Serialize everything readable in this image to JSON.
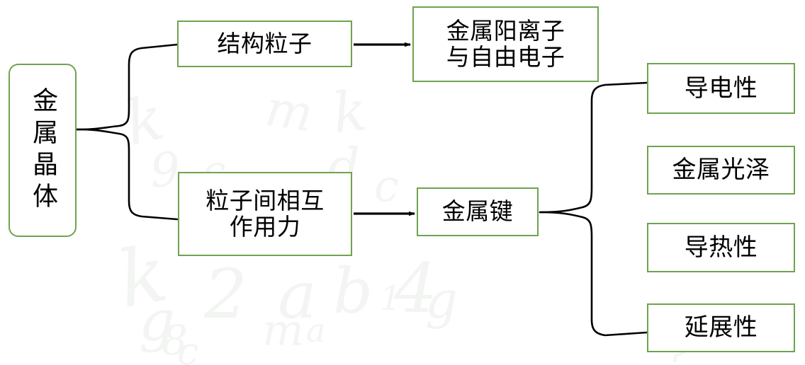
{
  "diagram": {
    "type": "mind-map",
    "title": "金属晶体",
    "accent_color": "#6fa34e",
    "line_color": "#000000",
    "background": "#ffffff",
    "root": {
      "label": "金属晶体",
      "orientation": "vertical"
    },
    "branches": [
      {
        "label": "结构粒子",
        "arrow_to": "金属阳离子\n与自由电子"
      },
      {
        "label": "粒子间相互\n作用力",
        "arrow_to": "金属键"
      }
    ],
    "level2": [
      {
        "label": "金属阳离子\n与自由电子"
      },
      {
        "label": "金属键"
      }
    ],
    "properties": [
      {
        "label": "导电性",
        "connected": true
      },
      {
        "label": "金属光泽",
        "connected": false
      },
      {
        "label": "导热性",
        "connected": false
      },
      {
        "label": "延展性",
        "connected": true
      }
    ],
    "watermark": {
      "glyphs": [
        "k",
        "m",
        "k",
        "9",
        "c",
        "d",
        "c",
        "k",
        "2",
        "a",
        "b",
        "1",
        "4",
        "g",
        "m",
        "a",
        "g",
        "8",
        "c",
        "?"
      ]
    }
  }
}
